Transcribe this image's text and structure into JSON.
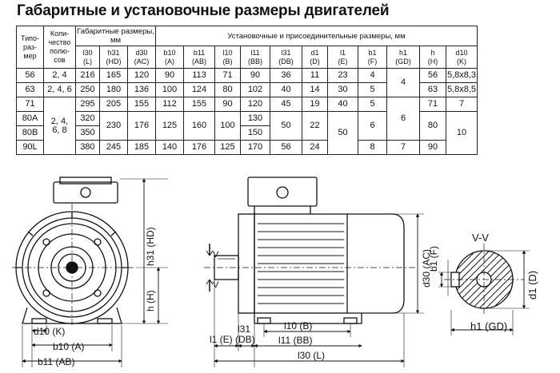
{
  "title": "Габаритные и установочные размеры двигателей",
  "table": {
    "h_type": [
      "Типо-",
      "раз-",
      "мер"
    ],
    "h_poles": [
      "Коли-",
      "чество",
      "полю-",
      "сов"
    ],
    "h_overall": [
      "Габаритные размеры,",
      "мм"
    ],
    "h_install": "Установочные и присоединительные размеры, мм",
    "cols": [
      {
        "a": "l30",
        "b": "(L)"
      },
      {
        "a": "h31",
        "b": "(HD)"
      },
      {
        "a": "d30",
        "b": "(AC)"
      },
      {
        "a": "b10",
        "b": "(A)"
      },
      {
        "a": "b11",
        "b": "(AB)"
      },
      {
        "a": "l10",
        "b": "(B)"
      },
      {
        "a": "l11",
        "b": "(BB)"
      },
      {
        "a": "l31",
        "b": "(DB)"
      },
      {
        "a": "d1",
        "b": "(D)"
      },
      {
        "a": "l1",
        "b": "(E)"
      },
      {
        "a": "b1",
        "b": "(F)"
      },
      {
        "a": "h1",
        "b": "(GD)"
      },
      {
        "a": "h",
        "b": "(H)"
      },
      {
        "a": "d10",
        "b": "(K)"
      }
    ],
    "rows": [
      [
        "56",
        "216",
        "165",
        "120",
        "90",
        "113",
        "71",
        "90",
        "36",
        "11",
        "23",
        "4",
        "56",
        "5,8x8,3"
      ],
      [
        "63",
        "250",
        "180",
        "136",
        "100",
        "124",
        "80",
        "102",
        "40",
        "14",
        "30",
        "5",
        "63",
        "5,8x8,5"
      ],
      [
        "71",
        "295",
        "205",
        "155",
        "112",
        "155",
        "90",
        "120",
        "45",
        "19",
        "40",
        "5",
        "71",
        "7"
      ],
      [
        "80A",
        "320",
        "",
        "",
        "",
        "",
        "",
        "130",
        "",
        "",
        "",
        "",
        "",
        ""
      ],
      [
        "80B",
        "350",
        "",
        "",
        "",
        "",
        "",
        "150",
        "",
        "",
        "",
        "",
        "",
        ""
      ],
      [
        "90L",
        "380",
        "245",
        "185",
        "140",
        "176",
        "125",
        "170",
        "56",
        "24",
        "",
        "8",
        "90",
        ""
      ]
    ],
    "poles_56": "2, 4",
    "poles_63": "2, 4, 6",
    "poles_rest": [
      "2, 4,",
      "6, 8"
    ],
    "merged": {
      "h31_80": "230",
      "d30_80": "176",
      "b10_80": "125",
      "b11_80": "160",
      "l10_80": "100",
      "l31_80": "50",
      "d1_80": "22",
      "l1_8090": "50",
      "b1_80": "6",
      "h1_5663": "4",
      "h1_7180": "6",
      "h1_90": "7",
      "h_80": "80",
      "d10_8090": "10"
    }
  },
  "drawing_labels": {
    "h31": "h31 (HD)",
    "h": "h (H)",
    "d10": "d10 (K)",
    "b10": "b10 (A)",
    "b11": "b11 (AB)",
    "v1": "V",
    "v2": "V",
    "d30": "d30 (AC)",
    "l1": "l1 (E)",
    "l31a": "l31",
    "l31b": "(DB)",
    "l10": "l10 (B)",
    "l11": "l11 (BB)",
    "l30": "l30 (L)",
    "section": "V-V",
    "b1": "b1 (F)",
    "d1": "d1 (D)",
    "h1": "h1 (GD)"
  }
}
